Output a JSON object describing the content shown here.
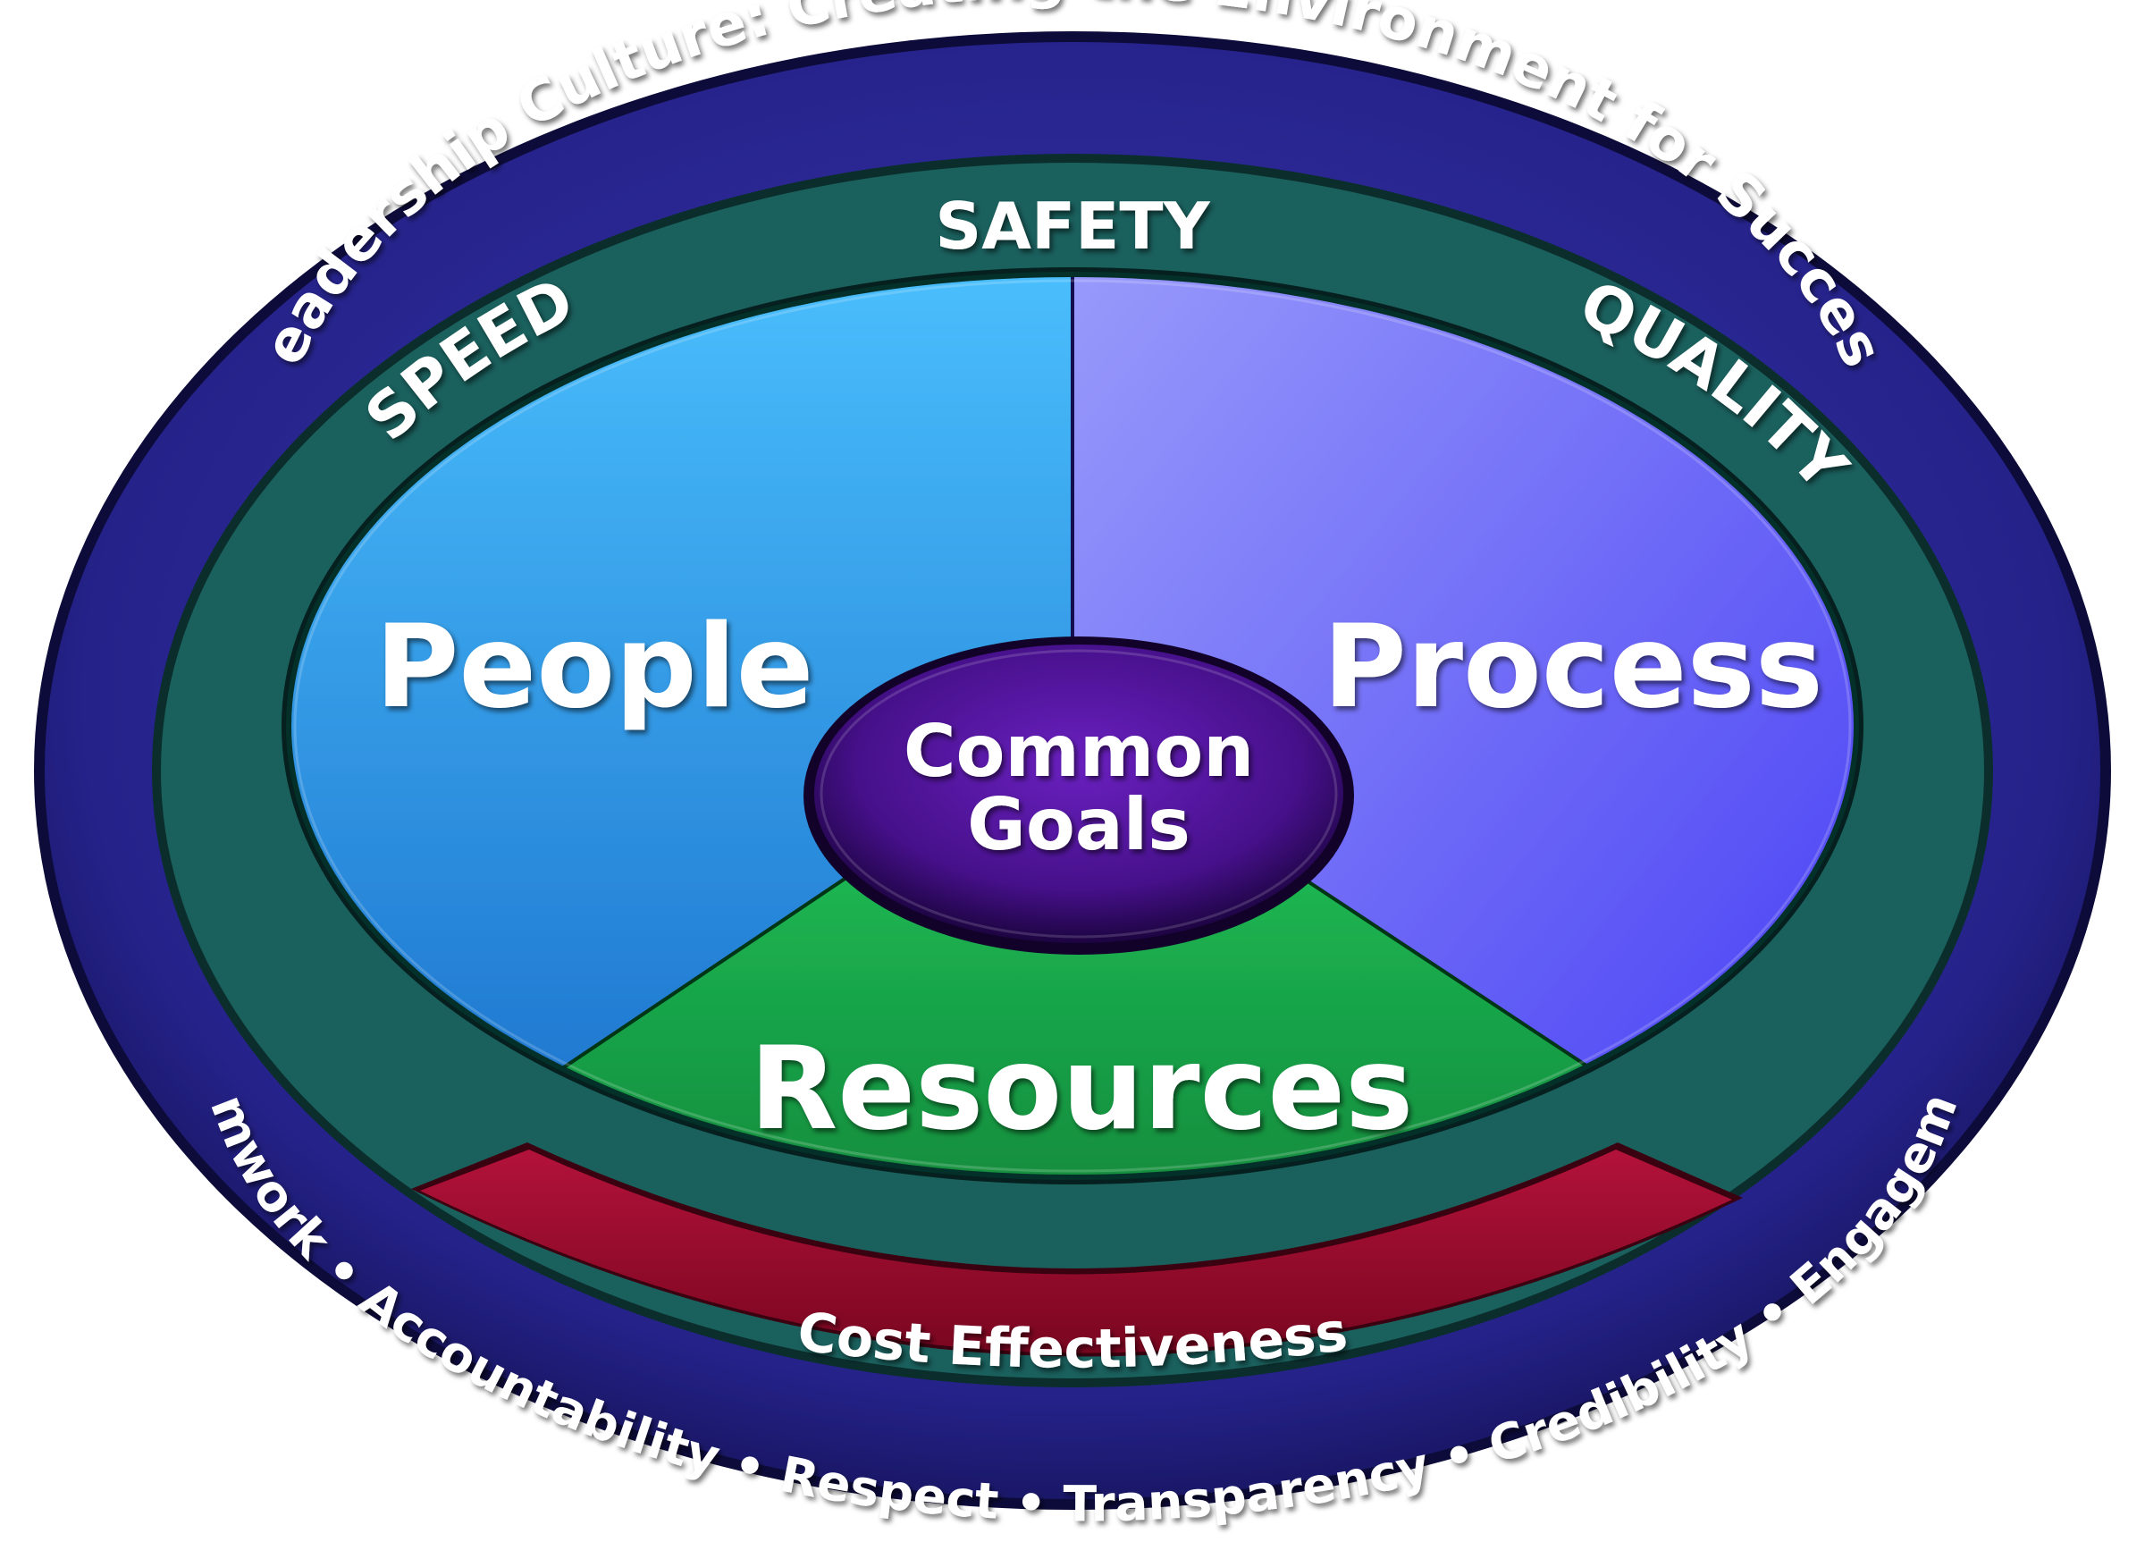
{
  "outer_ring": {
    "top_text": "Leadership Culture: Creating the Environment for Success",
    "bottom_text": "Teamwork • Accountability • Respect • Transparency • Credibility • Engagement"
  },
  "middle_ring": {
    "speed": "SPEED",
    "safety": "SAFETY",
    "quality": "QUALITY",
    "cost": "Cost Effectiveness"
  },
  "segments": {
    "people": "People",
    "process": "Process",
    "resources": "Resources"
  },
  "center": {
    "line1": "Common",
    "line2": "Goals"
  },
  "colors": {
    "outer_ring": "#23207a",
    "middle_ring": "#1a5e5c",
    "cost_band": "#9c0a2c",
    "people": "#2596e0",
    "process": "#5a55f2",
    "resources": "#17a04a",
    "center": "#4a0f8a"
  }
}
